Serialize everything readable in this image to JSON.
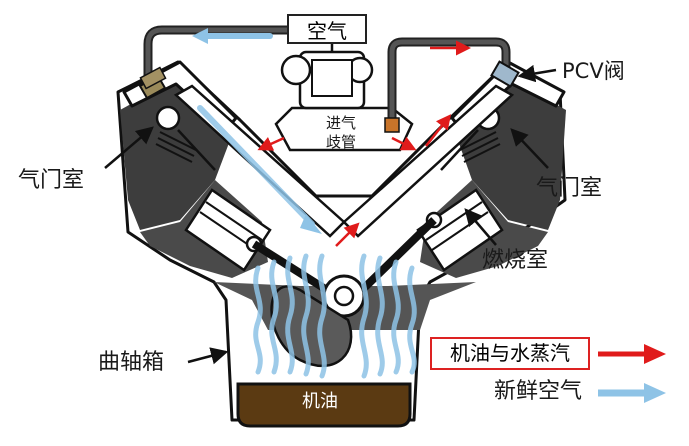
{
  "labels": {
    "air": "空气",
    "pcv": "PCV阀",
    "intake_line1": "进气",
    "intake_line2": "歧管",
    "valve_chamber_left": "气门室",
    "valve_chamber_right": "气门室",
    "combustion_chamber": "燃烧室",
    "crankcase": "曲轴箱",
    "oil": "机油"
  },
  "legend": {
    "oil_vapor": "机油与水蒸汽",
    "fresh_air": "新鲜空气"
  },
  "colors": {
    "oil_vapor_arrow": "#e01b1b",
    "fresh_air_arrow": "#8ec3e6",
    "engine_gray": "#3b3b3b",
    "oil_brown": "#5b3a12"
  }
}
